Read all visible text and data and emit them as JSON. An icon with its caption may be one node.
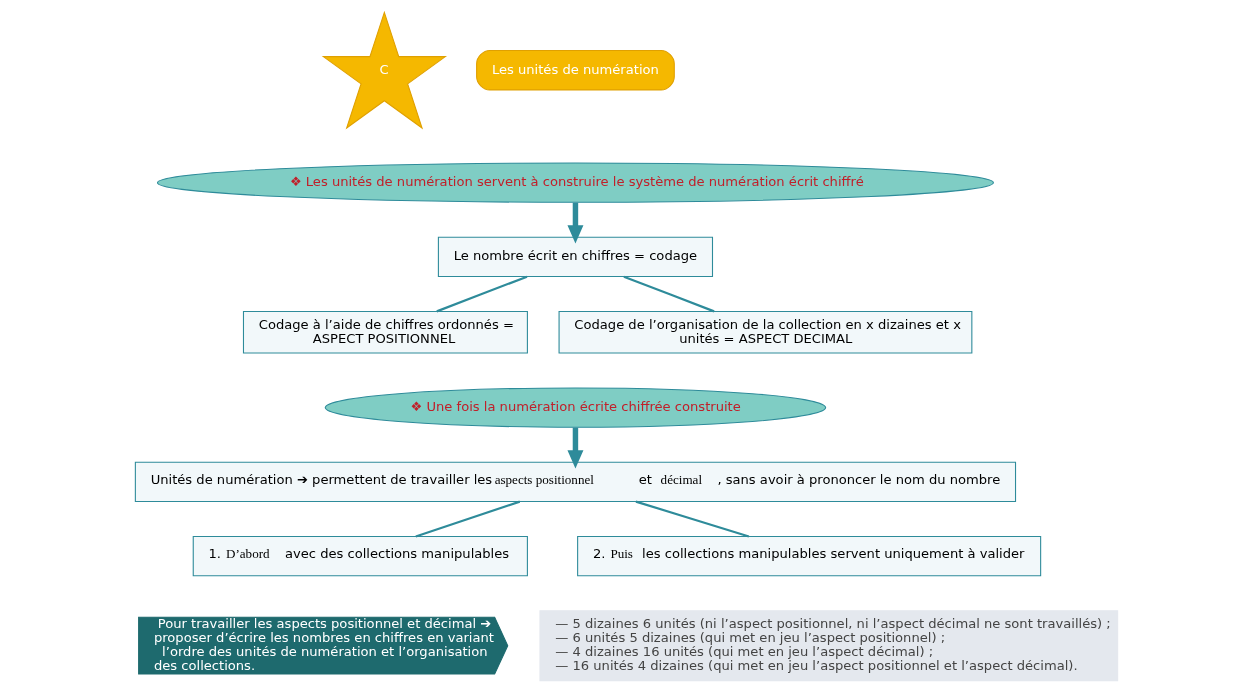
{
  "diagram": {
    "nodes": [
      {
        "text": [
          "C"
        ]
      },
      {
        "text": [
          "Les unités de numération"
        ]
      },
      {
        "text": [
          "❖ Les unités de numération servent à construire le système de numération écrit chiffré"
        ]
      },
      {
        "text": [
          "Le nombre écrit en chiffres = codage"
        ]
      },
      {
        "text": [
          "Codage à l’aide de chiffres ordonnés = ASPECT POSITIONNEL"
        ]
      },
      {
        "text": [
          "Codage de l’organisation de la collection en x dizaines et x unités = ASPECT DECIMAL"
        ]
      },
      {
        "text": [
          "❖ Une fois la numération écrite chiffrée construite"
        ]
      },
      {
        "text": [
          "Unités de numération ➔ permettent de travailler les **aspects positionnel** et **décimal**, sans avoir à prononcer le nom du nombre"
        ]
      },
      {
        "text": [
          "1. **D’abord** avec des collections manipulables"
        ]
      },
      {
        "text": [
          "2. **Puis** les collections manipulables servent uniquement à valider"
        ]
      },
      {
        "text": [
          "Pour travailler les aspects positionnel et décimal ➔ proposer d’écrire les nombres en chiffres en variant l’ordre des unités de numération et l’organisation des collections."
        ]
      },
      {
        "text": [
          "— 5 dizaines 6 unités (ni l’aspect positionnel, ni l’aspect décimal ne sont travaillés) ;",
          "— 6 unités 5 dizaines (qui met en jeu l’aspect positionnel) ;",
          "— 4 dizaines 16 unités (qui met en jeu l’aspect décimal) ;",
          "— 16 unités 4 dizaines (qui met en jeu l’aspect positionnel et l’aspect décimal)."
        ]
      }
    ],
    "edges": [
      {
        "from": 2,
        "to": 3,
        "arrow": "to",
        "style": "thick"
      },
      {
        "from": 3,
        "to": 4,
        "arrow": "none"
      },
      {
        "from": 3,
        "to": 5,
        "arrow": "none"
      },
      {
        "from": 6,
        "to": 7,
        "arrow": "to",
        "style": "thick"
      },
      {
        "from": 7,
        "to": 8,
        "arrow": "none"
      },
      {
        "from": 7,
        "to": 9,
        "arrow": "none"
      }
    ]
  }
}
